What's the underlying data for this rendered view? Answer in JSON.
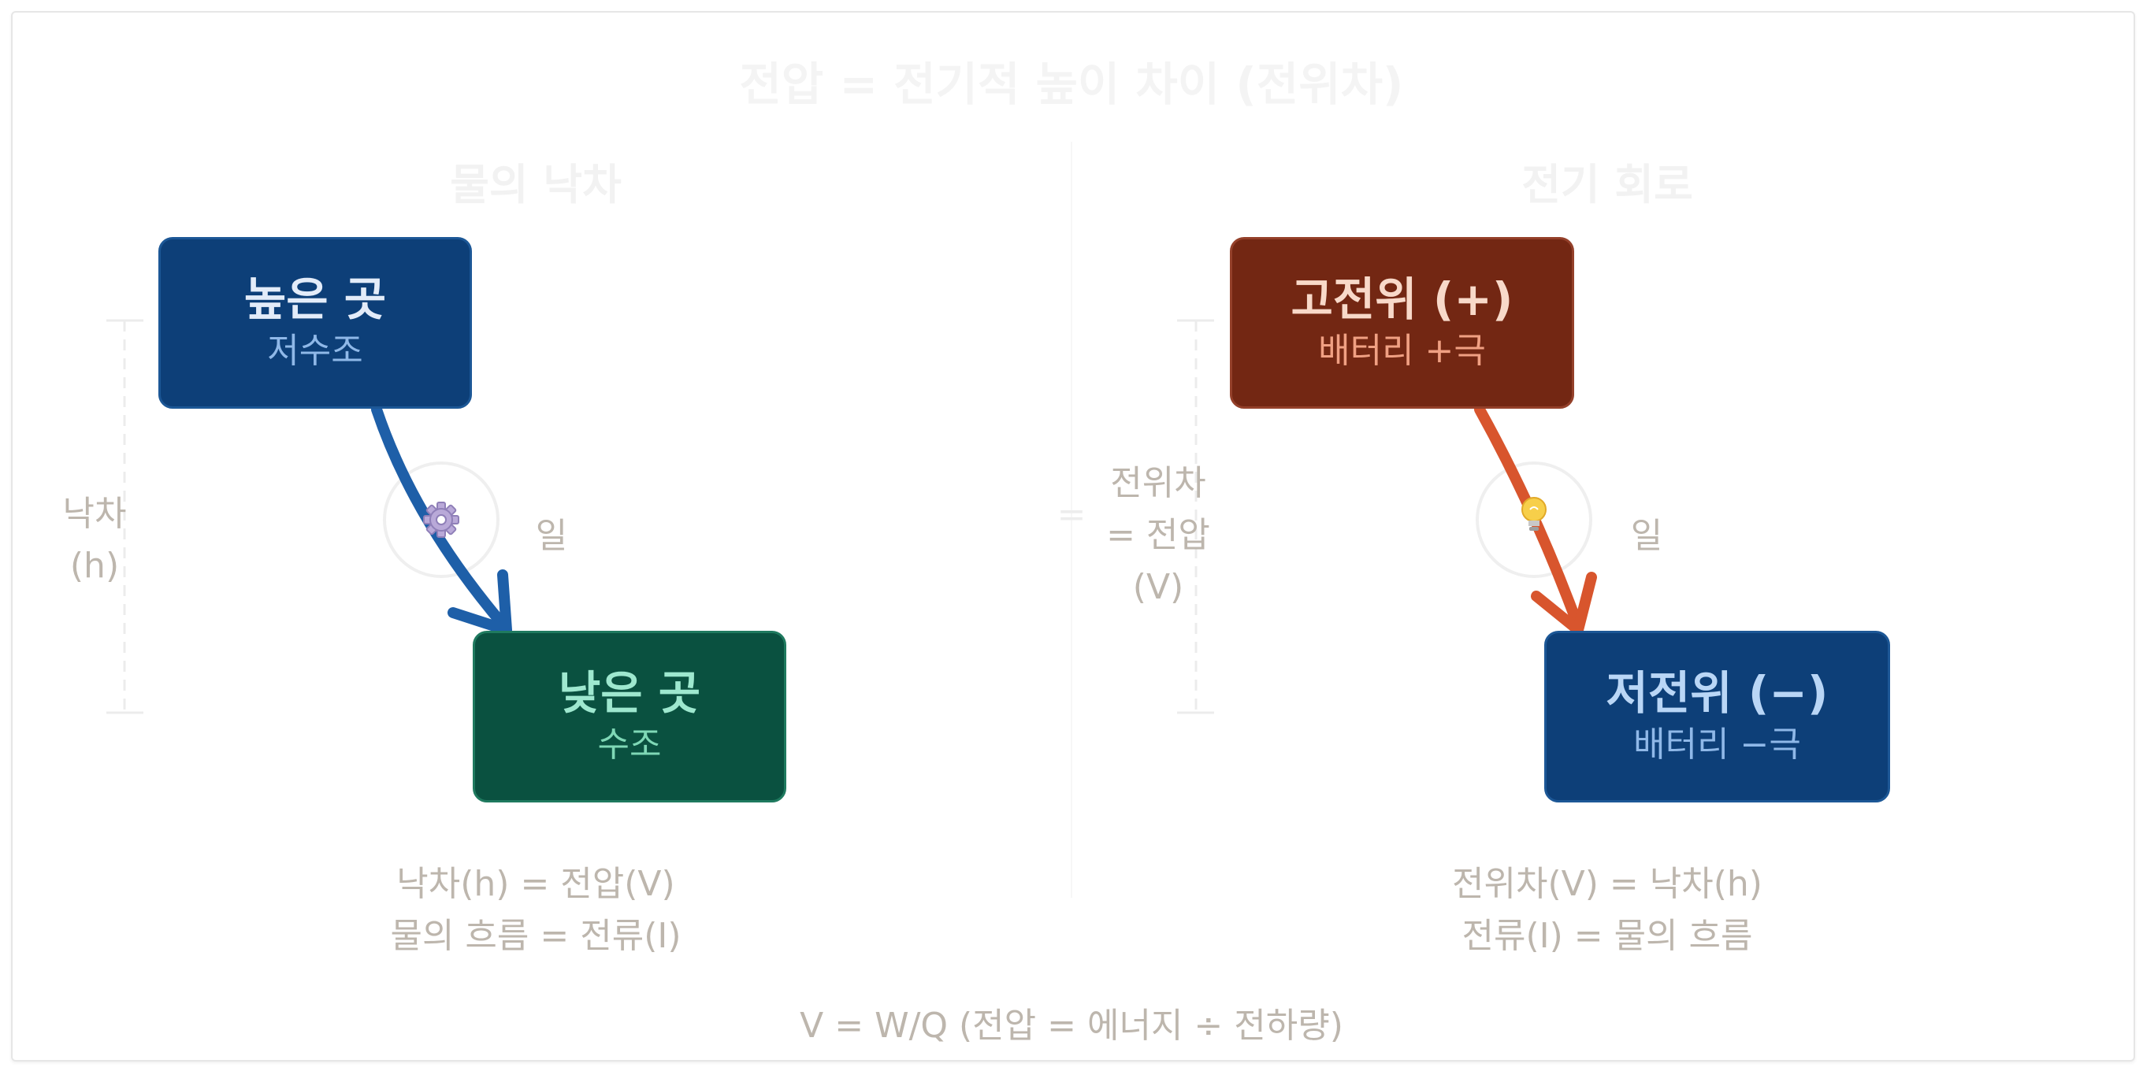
{
  "title": "전압 = 전기적 높이 차이 (전위차)",
  "left": {
    "heading": "물의 낙차",
    "high": {
      "label": "높은 곳",
      "sub": "저수조"
    },
    "low": {
      "label": "낮은 곳",
      "sub": "수조"
    },
    "height_label": [
      "낙차",
      "(h)"
    ],
    "work_label": "일",
    "device_icon": "gear-icon",
    "formulas": [
      "낙차(h) = 전압(V)",
      "물의 흐름 = 전류(I)"
    ]
  },
  "right": {
    "heading": "전기 회로",
    "high": {
      "label": "고전위 (+)",
      "sub": "배터리 +극"
    },
    "low": {
      "label": "저전위 (−)",
      "sub": "배터리 −극"
    },
    "height_label": [
      "전위차",
      "= 전압",
      "(V)"
    ],
    "work_label": "일",
    "device_icon": "lightbulb-icon",
    "formulas": [
      "전위차(V) = 낙차(h)",
      "전류(I) = 물의 흐름"
    ]
  },
  "middle_symbol": "=",
  "footer": "V = W/Q (전압 = 에너지 ÷ 전하량)",
  "colors": {
    "water_high_bg": "#0d3f78",
    "water_high_sub": "#8fb8e8",
    "water_low_bg": "#0a5140",
    "water_low_text": "#9ee8cf",
    "elec_high_bg": "#732713",
    "elec_high_text": "#f8c9b6",
    "elec_low_bg": "#0d3f78",
    "elec_low_text": "#b9d6f6",
    "water_arrow": "#1e5fa8",
    "elec_arrow": "#d8552d"
  }
}
